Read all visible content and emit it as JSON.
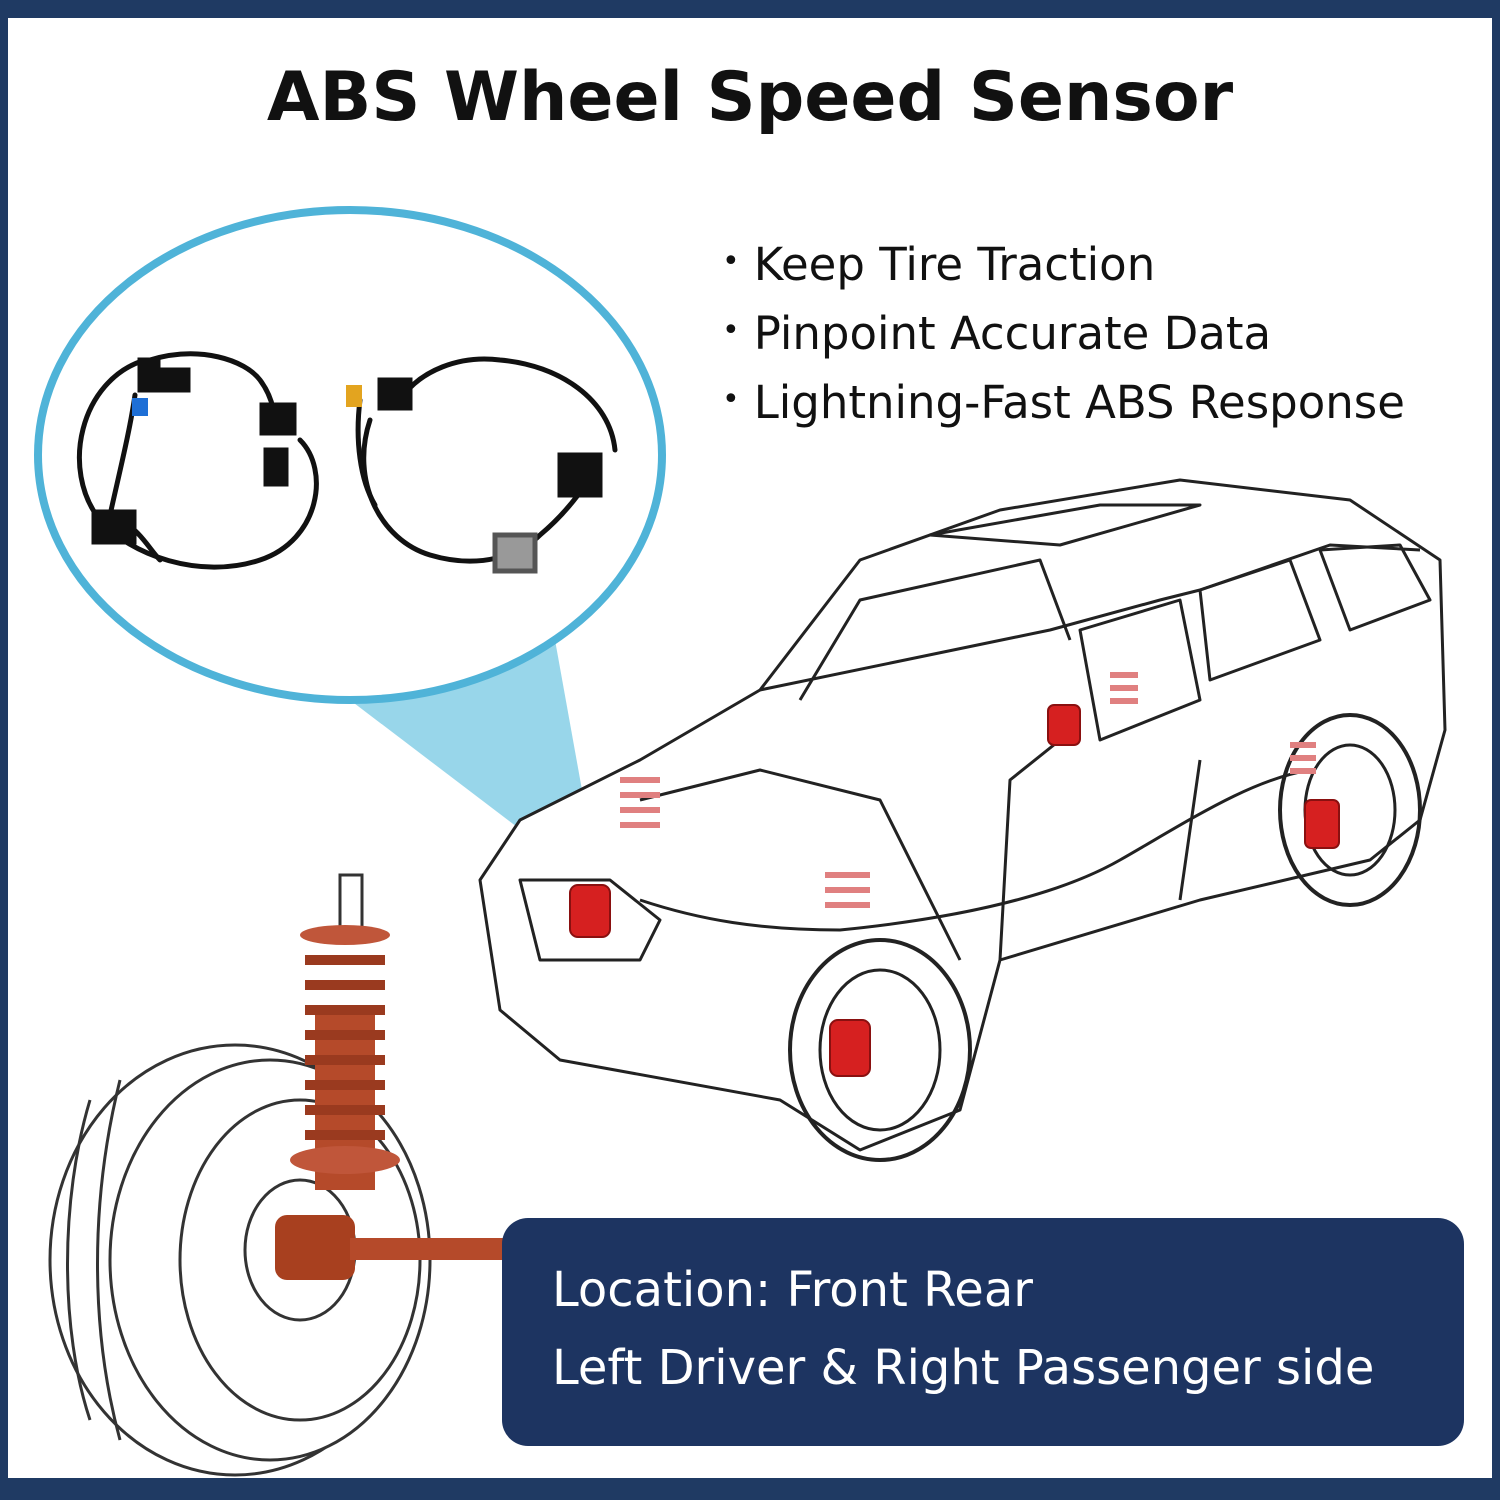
{
  "title": "ABS Wheel Speed Sensor",
  "features": [
    "Keep Tire Traction",
    "Pinpoint Accurate Data",
    "Lightning-Fast ABS Response"
  ],
  "location": {
    "line1": "Location: Front Rear",
    "line2": "Left Driver & Right Passenger side"
  },
  "colors": {
    "frame": "#1f3a63",
    "background": "#ffffff",
    "callout": "#4fb3d8",
    "location_box": "#1d3461",
    "caliper": "#d62020",
    "strut": "#b54a2a",
    "text": "#111111"
  },
  "images": {
    "callout": "sensor-cables-photo",
    "car": "suv-line-drawing",
    "wheel": "wheel-strut-closeup"
  }
}
